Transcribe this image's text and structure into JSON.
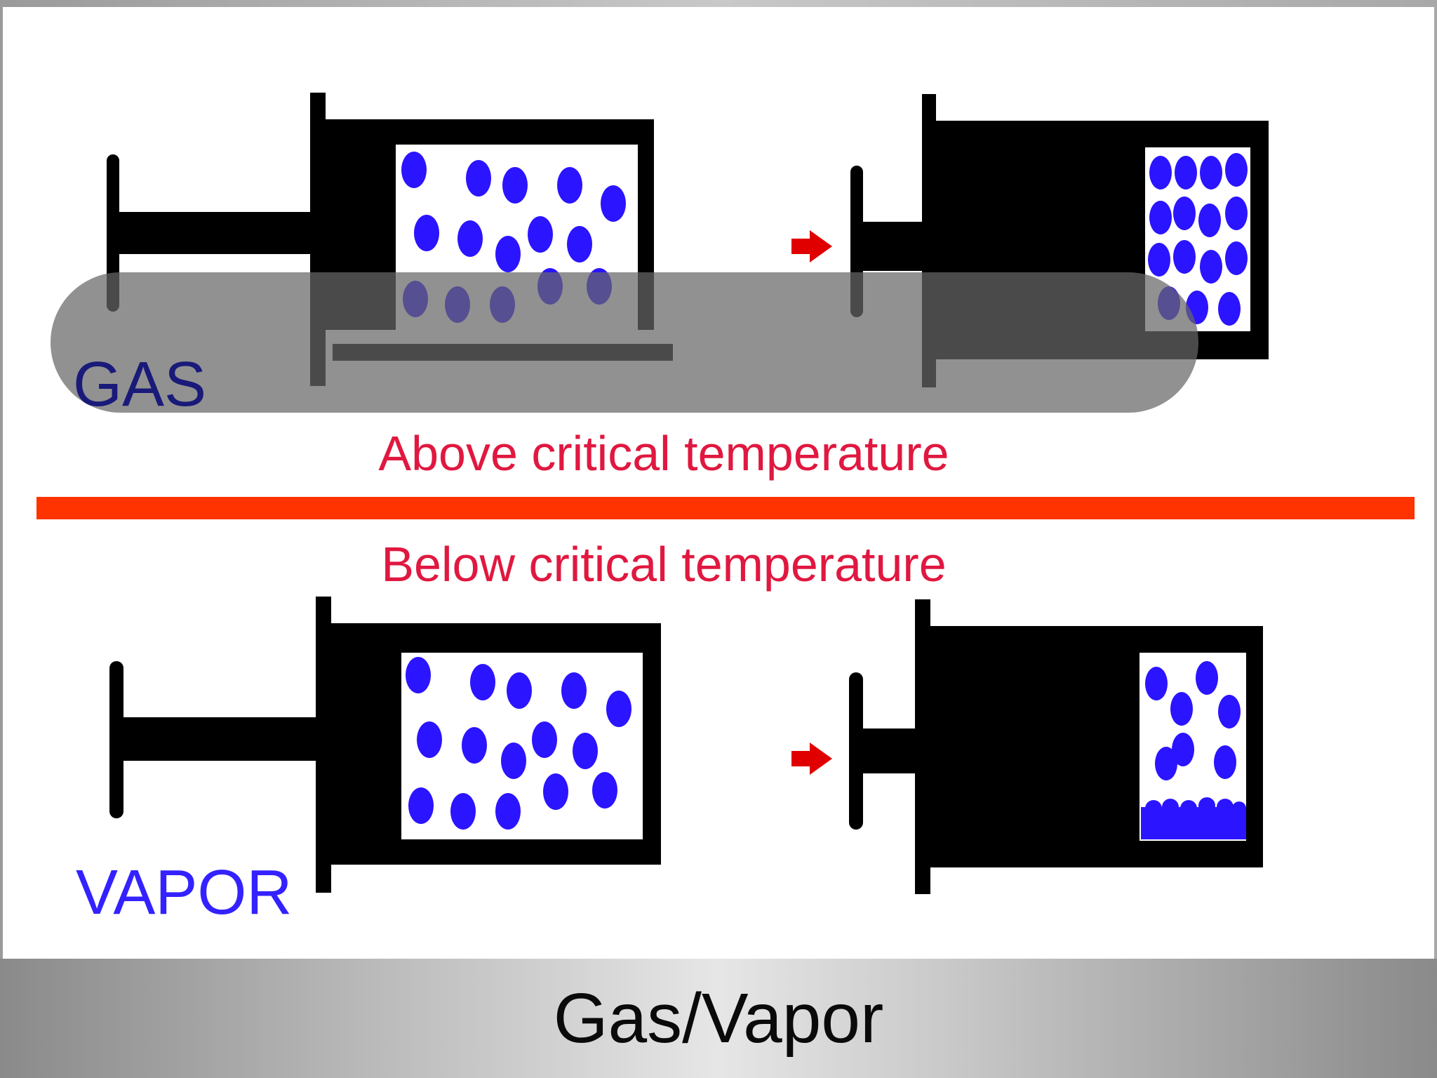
{
  "labels": {
    "gas": "GAS",
    "vapor": "VAPOR",
    "above": "Above critical temperature",
    "below": "Below critical temperature"
  },
  "caption": {
    "title": "Gas/Vapor"
  },
  "colors": {
    "molecule": "#2b14ff",
    "arrow": "#e00000",
    "divider": "#ff3300",
    "highlight": "#666666",
    "syringe": "#000000"
  },
  "icons": {
    "compression_arrow": "arrow-right-icon"
  }
}
